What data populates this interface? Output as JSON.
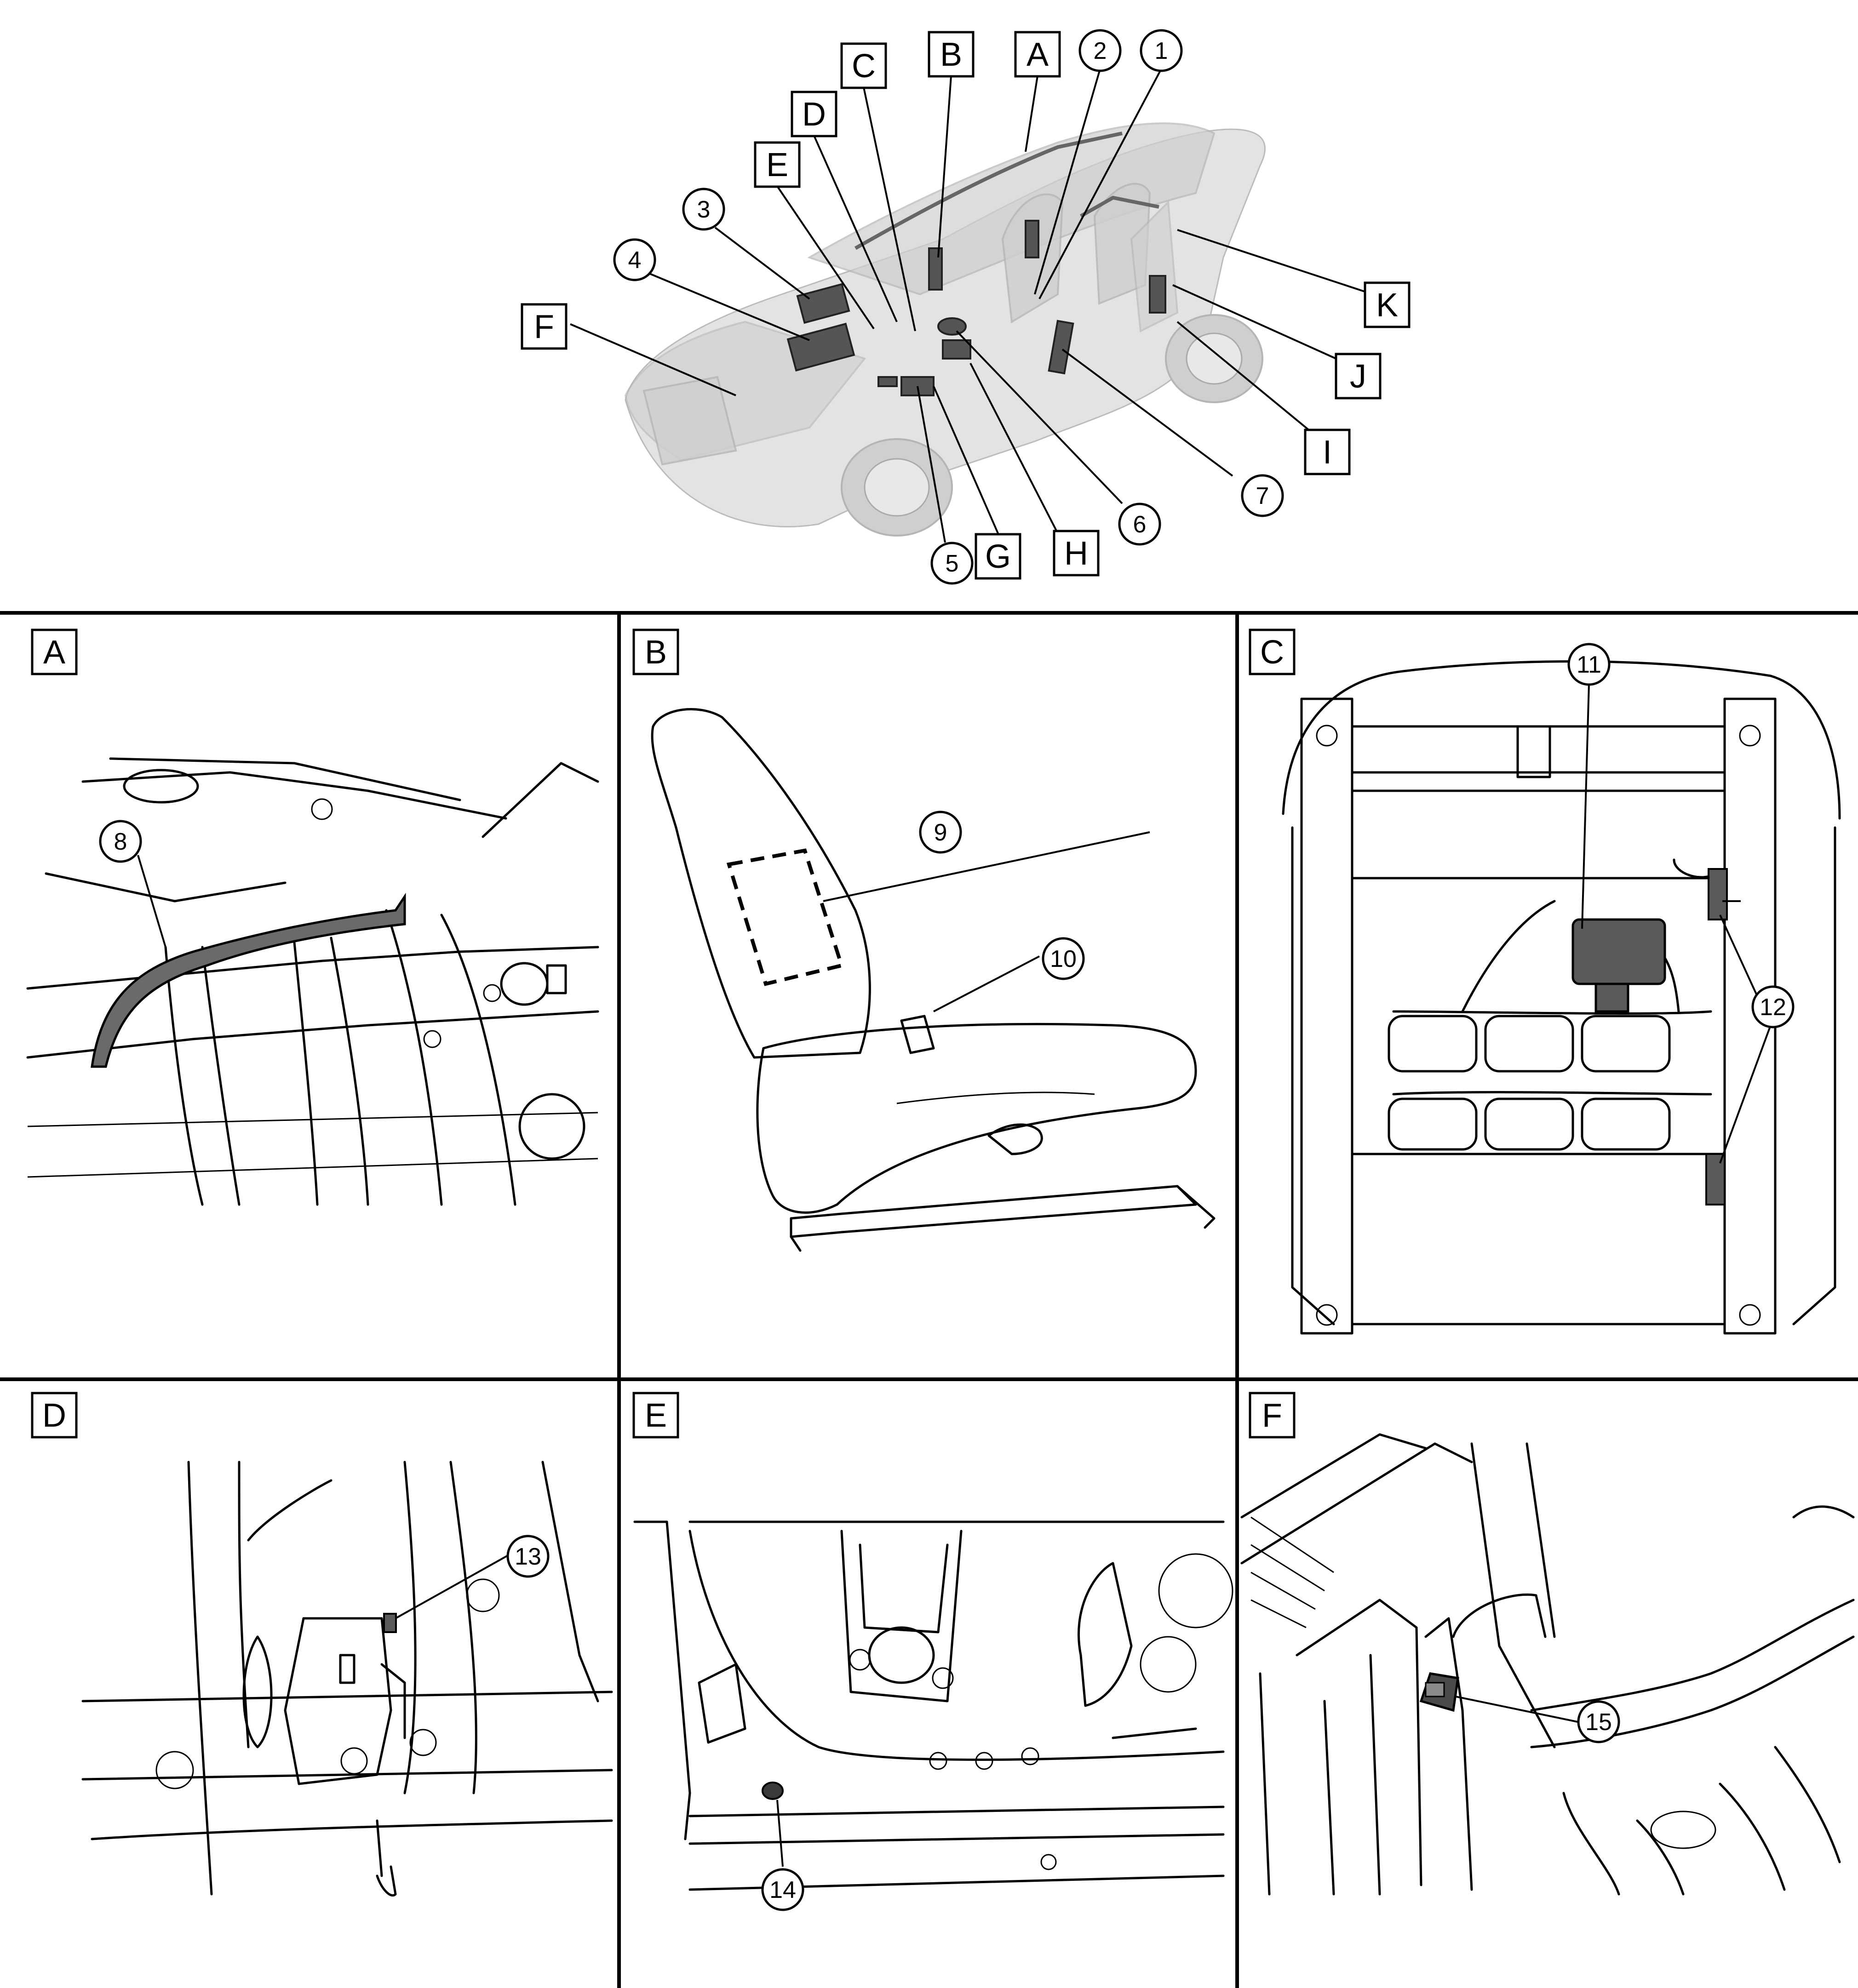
{
  "overview": {
    "letter_callouts": [
      "A",
      "B",
      "C",
      "D",
      "E",
      "F",
      "G",
      "H",
      "I",
      "J",
      "K"
    ],
    "number_callouts": [
      "1",
      "2",
      "3",
      "4",
      "5",
      "6",
      "7"
    ]
  },
  "panels": [
    {
      "id": "A",
      "callouts": [
        "8"
      ]
    },
    {
      "id": "B",
      "callouts": [
        "9",
        "10"
      ]
    },
    {
      "id": "C",
      "callouts": [
        "11",
        "12"
      ]
    },
    {
      "id": "D",
      "callouts": [
        "13"
      ]
    },
    {
      "id": "E",
      "callouts": [
        "14"
      ]
    },
    {
      "id": "F",
      "callouts": [
        "15"
      ]
    }
  ],
  "colors": {
    "line": "#000000",
    "background": "#ffffff",
    "vehicle_ghost": "#cfcfcf",
    "highlight_part": "#555555"
  }
}
